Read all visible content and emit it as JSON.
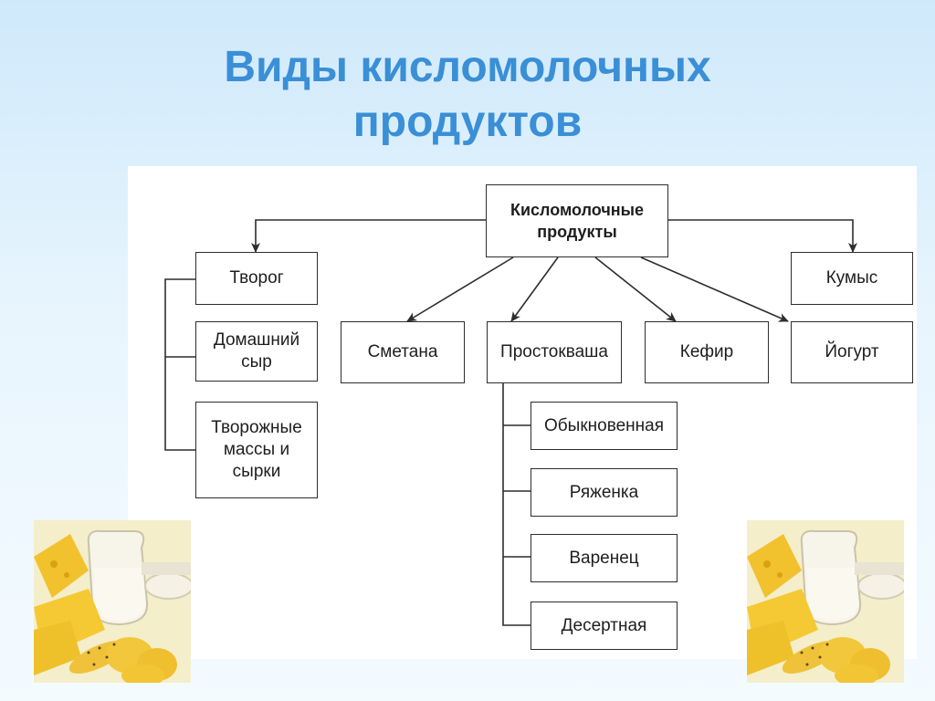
{
  "title": {
    "line1": "Виды кисломолочных",
    "line2": "продуктов"
  },
  "diagram": {
    "root": "Кисломолочные продукты",
    "tvorog": "Творог",
    "domashniy_syr": "Домашний сыр",
    "tvorozhnye_massy": "Творожные массы и сырки",
    "smetana": "Сметана",
    "prostokvasha": "Простокваша",
    "kefir": "Кефир",
    "kumys": "Кумыс",
    "yogurt": "Йогурт",
    "obyknovennaya": "Обыкновенная",
    "ryazhenka": "Ряженка",
    "varenets": "Варенец",
    "desertnaya": "Десертная"
  },
  "photos": {
    "left_icon": "dairy-products-photo",
    "right_icon": "dairy-products-photo"
  }
}
